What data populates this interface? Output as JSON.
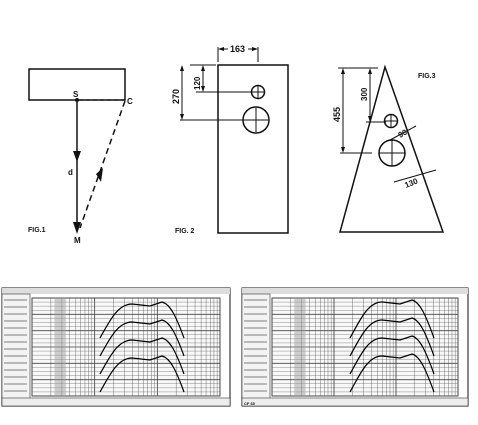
{
  "fig1": {
    "caption": "FIG.1",
    "point_s": "S",
    "point_c": "C",
    "point_m": "M",
    "label_d": "d"
  },
  "fig2": {
    "caption": "FIG. 2",
    "dim_width": "163",
    "dim_upper": "120",
    "dim_lower": "270"
  },
  "fig3": {
    "caption": "FIG.3",
    "dim_total": "455",
    "dim_upper": "300",
    "dim_small_hole": "90",
    "dim_large_hole": "130"
  },
  "charts": [
    {
      "footer_code": ""
    },
    {
      "footer_code": "CF 65"
    }
  ],
  "colors": {
    "ink": "#111111",
    "paper": "#ffffff",
    "grid": "#444444"
  }
}
